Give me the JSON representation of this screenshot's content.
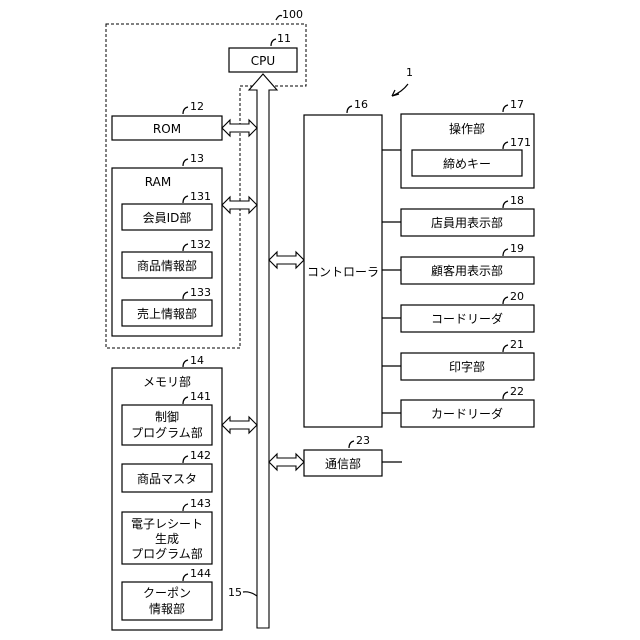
{
  "refs": {
    "r100": "100",
    "r1": "1",
    "r11": "11",
    "r12": "12",
    "r13": "13",
    "r131": "131",
    "r132": "132",
    "r133": "133",
    "r14": "14",
    "r141": "141",
    "r142": "142",
    "r143": "143",
    "r144": "144",
    "r15": "15",
    "r16": "16",
    "r17": "17",
    "r171": "171",
    "r18": "18",
    "r19": "19",
    "r20": "20",
    "r21": "21",
    "r22": "22",
    "r23": "23"
  },
  "labels": {
    "cpu": "CPU",
    "rom": "ROM",
    "ram": "RAM",
    "member_id": "会員ID部",
    "product_info": "商品情報部",
    "sales_info": "売上情報部",
    "memory": "メモリ部",
    "control_program_1": "制御",
    "control_program_2": "プログラム部",
    "product_master": "商品マスタ",
    "receipt_program_1": "電子レシート",
    "receipt_program_2": "生成",
    "receipt_program_3": "プログラム部",
    "coupon_1": "クーポン",
    "coupon_2": "情報部",
    "controller": "コントローラ",
    "operation": "操作部",
    "closing_key": "締めキー",
    "clerk_display": "店員用表示部",
    "customer_display": "顧客用表示部",
    "code_reader": "コードリーダ",
    "printer": "印字部",
    "card_reader": "カードリーダ",
    "communication": "通信部"
  }
}
